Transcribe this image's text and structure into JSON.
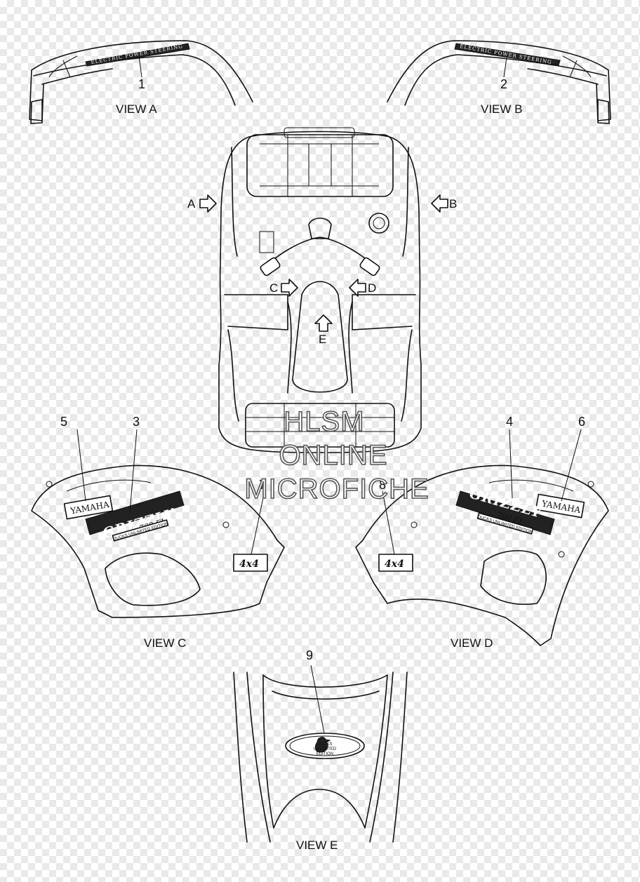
{
  "views": {
    "a": "VIEW A",
    "b": "VIEW B",
    "c": "VIEW C",
    "d": "VIEW D",
    "e": "VIEW E"
  },
  "callouts": [
    "1",
    "2",
    "3",
    "4",
    "5",
    "6",
    "7",
    "8",
    "9"
  ],
  "arrows": {
    "a": "A",
    "b": "B",
    "c": "C",
    "d": "D",
    "e": "E"
  },
  "decals": {
    "fender_text": "ELECTRIC POWER STEERING",
    "yamaha": "YAMAHA",
    "grizzly": "GRIZZLY",
    "model": "700 FI",
    "edition_strip": "DUCKS UNLIMITED EDITION",
    "four_by_four": "4x4",
    "ducks_line1": "DUCKS",
    "ducks_line2": "UNLIMITED",
    "ducks_line3": "EDITION"
  },
  "watermark": {
    "line1": "HLSM",
    "line2": "ONLINE",
    "line3": "MICROFICHE"
  },
  "colors": {
    "line": "#111111",
    "background_check": "#e9e9e9"
  }
}
